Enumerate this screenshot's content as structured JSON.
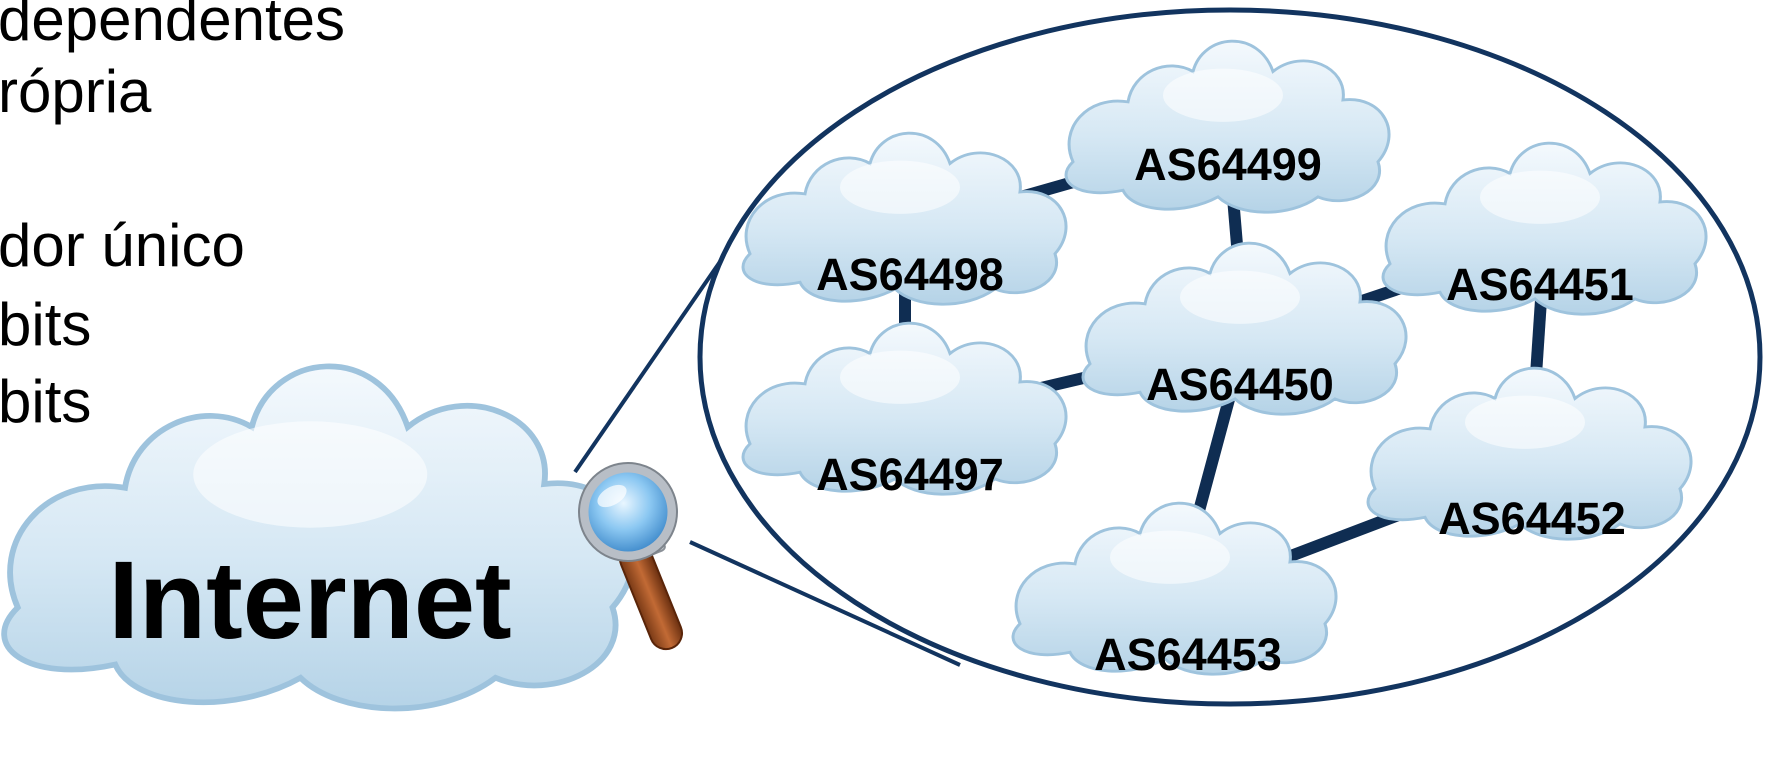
{
  "slide_text": {
    "line1": "dependentes",
    "line2": "rópria",
    "line3": "dor único",
    "line4": "bits",
    "line5": "bits"
  },
  "internet_label": "Internet",
  "nodes": [
    {
      "id": "as64499",
      "label": "AS64499"
    },
    {
      "id": "as64498",
      "label": "AS64498"
    },
    {
      "id": "as64451",
      "label": "AS64451"
    },
    {
      "id": "as64450",
      "label": "AS64450"
    },
    {
      "id": "as64497",
      "label": "AS64497"
    },
    {
      "id": "as64452",
      "label": "AS64452"
    },
    {
      "id": "as64453",
      "label": "AS64453"
    }
  ],
  "links": [
    [
      "as64498",
      "as64499"
    ],
    [
      "as64499",
      "as64450"
    ],
    [
      "as64498",
      "as64497"
    ],
    [
      "as64497",
      "as64450"
    ],
    [
      "as64450",
      "as64451"
    ],
    [
      "as64451",
      "as64452"
    ],
    [
      "as64450",
      "as64453"
    ],
    [
      "as64453",
      "as64452"
    ]
  ],
  "colors": {
    "link": "#0f2d52",
    "outline": "#12345f",
    "cloud_top": "#f4f9fd",
    "cloud_bottom": "#b5d3e7",
    "cloud_edge": "#9ec3dd",
    "text": "#000000"
  },
  "icons": {
    "magnifier": "magnifying-glass-icon"
  }
}
